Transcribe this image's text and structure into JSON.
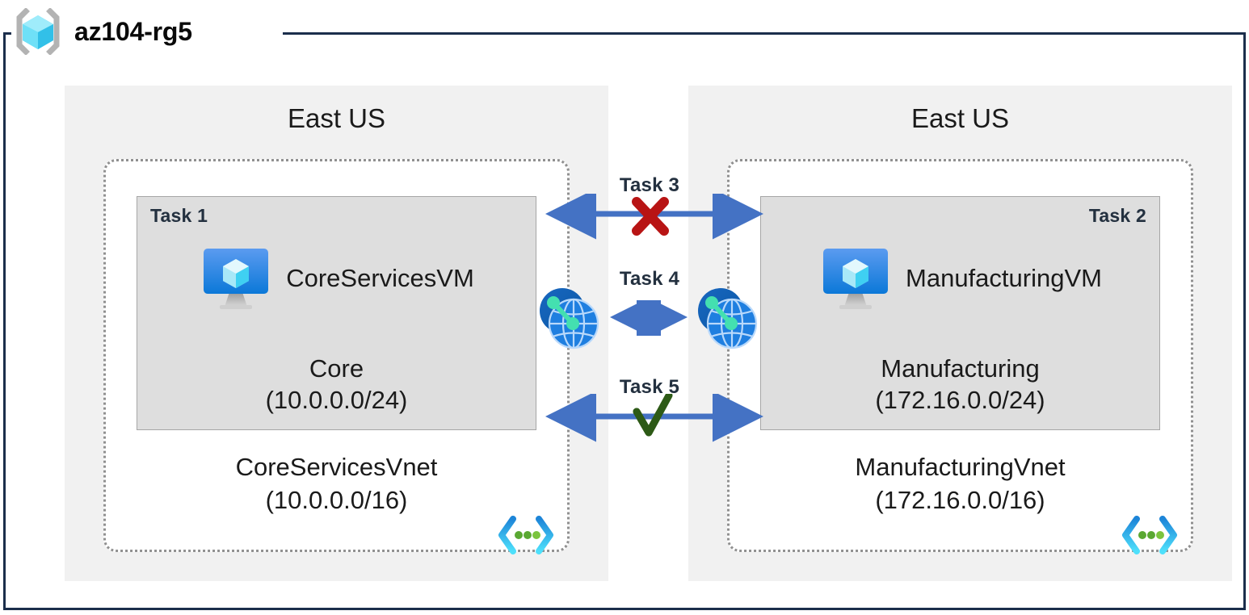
{
  "resource_group": {
    "name": "az104-rg5",
    "icon": "resource-group-cube-icon"
  },
  "regions": [
    {
      "id": "left",
      "label": "East US"
    },
    {
      "id": "right",
      "label": "East US"
    }
  ],
  "vnets": [
    {
      "id": "core-services-vnet",
      "name": "CoreServicesVnet",
      "cidr": "(10.0.0.0/16)",
      "icon": "vnet-icon",
      "subnet": {
        "task": "Task 1",
        "task_position": "top-left",
        "vm": {
          "name": "CoreServicesVM",
          "icon": "virtual-machine-icon",
          "task": "Task 1"
        },
        "name": "Core",
        "cidr": "(10.0.0.0/24)"
      }
    },
    {
      "id": "manufacturing-vnet",
      "name": "ManufacturingVnet",
      "cidr": "(172.16.0.0/16)",
      "icon": "vnet-icon",
      "subnet": {
        "task": "Task 2",
        "task_position": "top-right",
        "vm": {
          "name": "ManufacturingVM",
          "icon": "virtual-machine-icon",
          "task": "Task 2"
        },
        "name": "Manufacturing",
        "cidr": "(172.16.0.0/24)"
      }
    }
  ],
  "connectors": [
    {
      "id": "task-3",
      "label": "Task 3",
      "status_marker": "cross",
      "status_meaning": "blocked",
      "marker_color": "#b81414",
      "arrow": "double-headed",
      "arrow_color": "#4472c4"
    },
    {
      "id": "task-4",
      "label": "Task 4",
      "status_marker": "none",
      "arrow": "double-headed",
      "arrow_color": "#4472c4",
      "endpoints": [
        "vnet-peering-icon-left",
        "vnet-peering-icon-right"
      ]
    },
    {
      "id": "task-5",
      "label": "Task 5",
      "status_marker": "check",
      "status_meaning": "allowed",
      "marker_color": "#2d5a16",
      "arrow": "double-headed",
      "arrow_color": "#4472c4"
    }
  ],
  "peering_icons": [
    {
      "id": "peering-left",
      "name": "vnet-peering-icon"
    },
    {
      "id": "peering-right",
      "name": "vnet-peering-icon"
    }
  ],
  "colors": {
    "frame_border": "#1b2e4b",
    "region_bg": "#f1f1f1",
    "subnet_bg": "#dedede",
    "subnet_border": "#a6a6a6",
    "vnet_border": "#909090",
    "arrow_blue": "#4472c4",
    "task_text": "#23303f",
    "cross_red": "#b81414",
    "check_green": "#2d5a16",
    "vm_blue_top": "#5b9bf0",
    "vm_blue_bottom": "#0b78d8",
    "peer_dark_blue": "#0f62ad",
    "peer_globe_blue": "#1f7fe0",
    "peer_node_green": "#44e0b0",
    "vnet_icon_cyan": "#32c5f4",
    "vnet_icon_blue": "#1d85d8",
    "vnet_icon_dot_green": "#5aa832"
  }
}
